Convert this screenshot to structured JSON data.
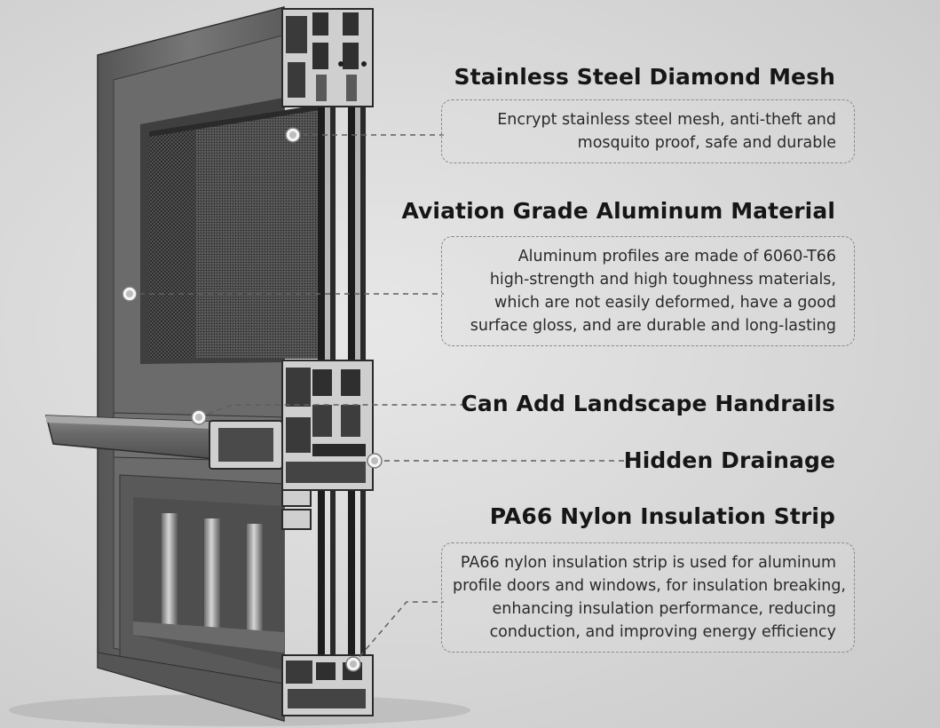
{
  "features": [
    {
      "title": "Stainless Steel Diamond Mesh",
      "lines": [
        "Encrypt stainless steel mesh, anti-theft and",
        "mosquito proof, safe and durable"
      ]
    },
    {
      "title": "Aviation Grade Aluminum Material",
      "lines": [
        "Aluminum profiles are made of 6060-T66",
        "high-strength and high toughness materials,",
        "which are not easily deformed, have a good",
        "surface gloss, and are durable and long-lasting"
      ]
    },
    {
      "title": "Can Add Landscape Handrails"
    },
    {
      "title": "Hidden Drainage"
    },
    {
      "title": "PA66 Nylon Insulation Strip",
      "lines": [
        "PA66 nylon insulation strip is used for aluminum",
        "profile doors and windows, for insulation breaking,",
        "enhancing insulation performance, reducing",
        "conduction, and improving energy efficiency"
      ]
    }
  ],
  "colors": {
    "frame": "#6e6e6e",
    "frame_dark": "#3c3c3c",
    "background": "#d9d9d9"
  }
}
